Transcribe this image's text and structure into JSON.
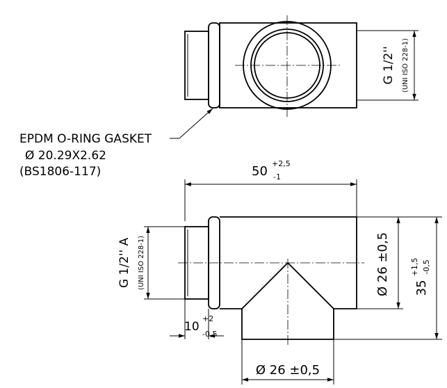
{
  "annotations": {
    "gasket_line1": "EPDM O-RING GASKET",
    "gasket_line2": "Ø 20.29X2.62",
    "gasket_line3": "(BS1806-117)"
  },
  "dimensions": {
    "top_thread": "G 1/2''",
    "top_thread_std": "(UNI ISO 228-1)",
    "length_nominal": "50",
    "length_tol_upper": "+2,5",
    "length_tol_lower": "-1",
    "side_thread": "G 1/2''  A",
    "side_thread_std": "(UNI ISO 228-1)",
    "right_diameter": "Ø 26 ±0,5",
    "height_nominal": "35",
    "height_tol_upper": "+1,5",
    "height_tol_lower": "-0,5",
    "thread_len_nominal": "10",
    "thread_len_tol_upper": "+2",
    "thread_len_tol_lower": "-0,5",
    "bottom_diameter": "Ø 26 ±0,5"
  }
}
